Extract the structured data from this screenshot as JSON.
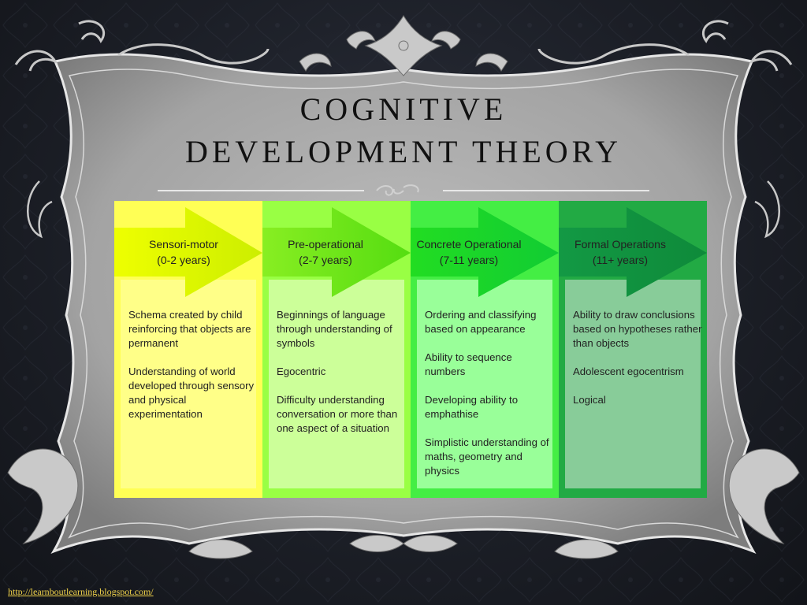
{
  "slide": {
    "title_lines": [
      "COGNITIVE",
      "DEVELOPMENT THEORY"
    ],
    "source_link": "http://learnboutlearning.blogspot.com/"
  },
  "colors": {
    "frame": "#a8a8a8",
    "background": "#1c1f27",
    "stage_1_bg": "#ffff55",
    "stage_1_panel": "#ffff88",
    "stage_2_bg": "#99ff44",
    "stage_2_panel": "#ccff99",
    "stage_3_bg": "#44ee44",
    "stage_3_panel": "#99ff99",
    "stage_4_bg": "#22aa44",
    "stage_4_panel": "#88cc99",
    "link": "#f0d24a"
  },
  "stages": [
    {
      "name": "Sensori-motor",
      "age": "(0-2 years)",
      "items": [
        "Schema created by child reinforcing that objects are permanent",
        "Understanding of world developed through sensory and physical experimentation"
      ]
    },
    {
      "name": "Pre-operational",
      "age": "(2-7 years)",
      "items": [
        "Beginnings of language through understanding of symbols",
        "Egocentric",
        "Difficulty understanding conversation or more than one aspect of a situation"
      ]
    },
    {
      "name": "Concrete Operational",
      "age": "(7-11 years)",
      "items": [
        "Ordering and classifying based on appearance",
        "Ability to sequence numbers",
        "Developing ability to emphathise",
        "Simplistic understanding of maths, geometry and physics"
      ]
    },
    {
      "name": "Formal Operations",
      "age": "(11+ years)",
      "items": [
        "Ability to draw conclusions based on hypotheses rather than objects",
        "Adolescent egocentrism",
        "Logical"
      ]
    }
  ]
}
